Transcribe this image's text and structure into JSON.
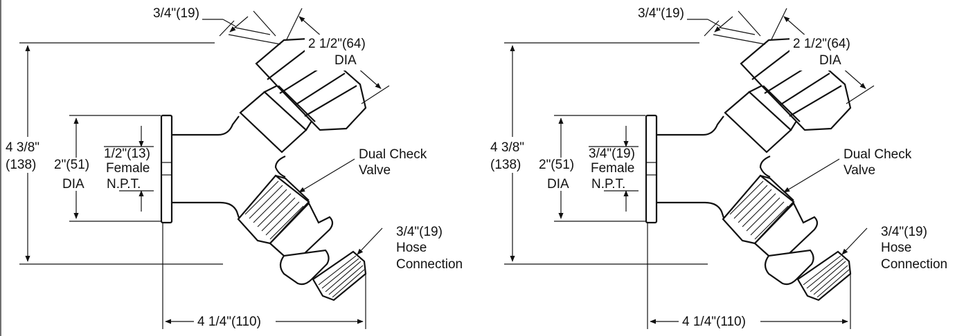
{
  "drawings": [
    {
      "top_width": "3/4\"(19)",
      "handle_dia": "2 1/2\"(64)",
      "handle_dia_unit": "DIA",
      "overall_height_1": "4 3/8\"",
      "overall_height_2": "(138)",
      "flange_dia": "2\"(51)",
      "flange_dia_unit": "DIA",
      "inlet_size": "1/2\"(13)",
      "inlet_type": "Female",
      "inlet_thread": "N.P.T.",
      "check_valve_1": "Dual Check",
      "check_valve_2": "Valve",
      "hose_size": "3/4\"(19)",
      "hose_label_1": "Hose",
      "hose_label_2": "Connection",
      "overall_length": "4 1/4\"(110)"
    },
    {
      "top_width": "3/4\"(19)",
      "handle_dia": "2 1/2\"(64)",
      "handle_dia_unit": "DIA",
      "overall_height_1": "4 3/8\"",
      "overall_height_2": "(138)",
      "flange_dia": "2\"(51)",
      "flange_dia_unit": "DIA",
      "inlet_size": "3/4\"(19)",
      "inlet_type": "Female",
      "inlet_thread": "N.P.T.",
      "check_valve_1": "Dual Check",
      "check_valve_2": "Valve",
      "hose_size": "3/4\"(19)",
      "hose_label_1": "Hose",
      "hose_label_2": "Connection",
      "overall_length": "4 1/4\"(110)"
    }
  ]
}
